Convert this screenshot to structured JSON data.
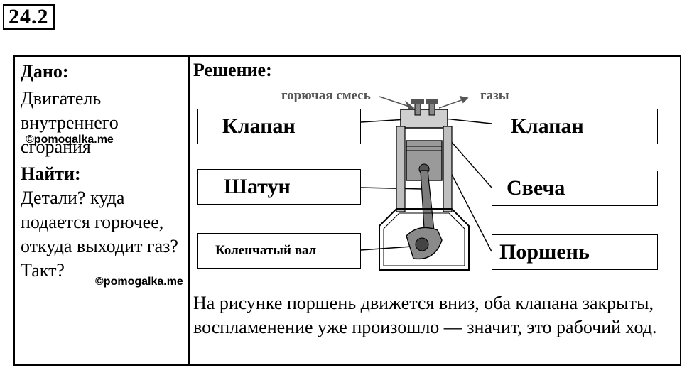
{
  "task": {
    "number": "24.2"
  },
  "given": {
    "heading": "Дано:",
    "text": "Двигатель внутреннего сгорания"
  },
  "find": {
    "heading": "Найти:",
    "text": "Детали? куда подается горючее, откуда выходит газ? Такт?"
  },
  "watermarks": [
    "©pomogalka.me",
    "©pomogalka.me"
  ],
  "solution": {
    "heading": "Решение:",
    "diagram": {
      "fuel_label": "горючая смесь",
      "gas_label": "газы",
      "left_labels": [
        "Клапан",
        "Шатун",
        "Коленчатый вал"
      ],
      "right_labels": [
        "Клапан",
        "Свеча",
        "Поршень"
      ]
    },
    "conclusion": "На рисунке поршень движется вниз, оба клапана закрыты, воспламенение уже произошло — значит, это рабочий ход."
  }
}
